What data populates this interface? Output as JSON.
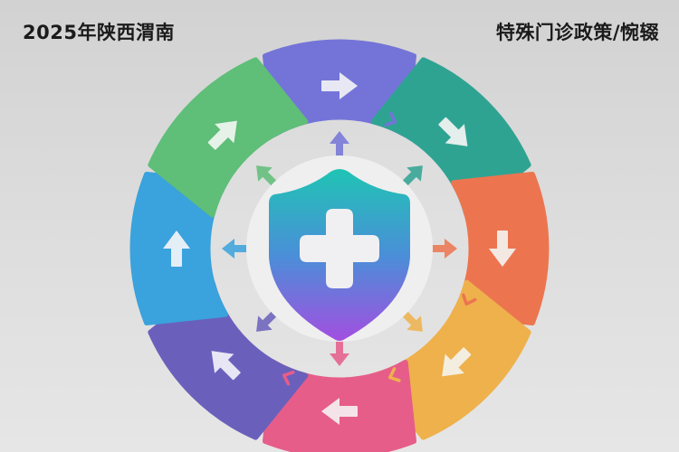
{
  "header": {
    "left_title": "2025年陕西渭南",
    "right_title": "特殊门诊政策/惋辍"
  },
  "center": {
    "icon": "shield-medical-cross-icon",
    "gradient_top": "#1fc4b4",
    "gradient_mid": "#4a8fd8",
    "gradient_bottom": "#a24fe0"
  },
  "segments": [
    {
      "position": "top",
      "color": "#7474d8",
      "arrow": "arrow-right-icon"
    },
    {
      "position": "top-right",
      "color": "#2fa392",
      "arrow": "arrow-down-right-icon"
    },
    {
      "position": "right",
      "color": "#ec7550",
      "arrow": "arrow-down-icon"
    },
    {
      "position": "bottom-right",
      "color": "#eeb14c",
      "arrow": "arrow-down-left-icon"
    },
    {
      "position": "bottom",
      "color": "#e65d8a",
      "arrow": "arrow-left-icon"
    },
    {
      "position": "bottom-left",
      "color": "#6a60bc",
      "arrow": "arrow-up-left-icon"
    },
    {
      "position": "left",
      "color": "#3aa2dc",
      "arrow": "arrow-up-icon"
    },
    {
      "position": "top-left",
      "color": "#5fbe78",
      "arrow": "arrow-up-right-icon"
    }
  ],
  "radial_arrows": [
    {
      "direction": "up",
      "color": "#7474d8"
    },
    {
      "direction": "up-right",
      "color": "#2fa392"
    },
    {
      "direction": "right",
      "color": "#ec7550"
    },
    {
      "direction": "down-right",
      "color": "#eeb14c"
    },
    {
      "direction": "down",
      "color": "#e65d8a"
    },
    {
      "direction": "down-left",
      "color": "#6a60bc"
    },
    {
      "direction": "left",
      "color": "#3aa2dc"
    },
    {
      "direction": "up-left",
      "color": "#5fbe78"
    }
  ]
}
